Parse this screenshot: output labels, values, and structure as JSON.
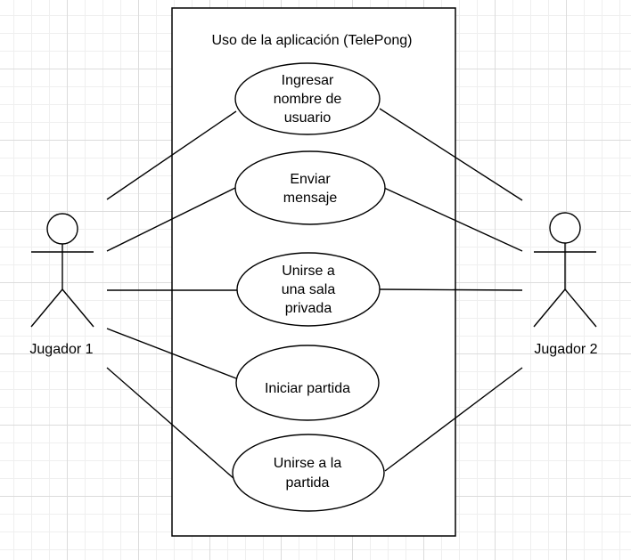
{
  "system": {
    "title": "Uso de la aplicación (TelePong)"
  },
  "actors": [
    {
      "id": "jugador1",
      "label": "Jugador 1"
    },
    {
      "id": "jugador2",
      "label": "Jugador 2"
    }
  ],
  "use_cases": [
    {
      "id": "ingresar",
      "lines": [
        "Ingresar",
        "nombre de",
        "usuario"
      ]
    },
    {
      "id": "enviar",
      "lines": [
        "Enviar",
        "mensaje"
      ]
    },
    {
      "id": "unirse-sala",
      "lines": [
        "Unirse a",
        "una sala",
        "privada"
      ]
    },
    {
      "id": "iniciar",
      "lines": [
        "Iniciar partida"
      ]
    },
    {
      "id": "unirse-partida",
      "lines": [
        "Unirse a la",
        "partida"
      ]
    }
  ],
  "associations": [
    {
      "actor": "jugador1",
      "use_case": "ingresar"
    },
    {
      "actor": "jugador1",
      "use_case": "enviar"
    },
    {
      "actor": "jugador1",
      "use_case": "unirse-sala"
    },
    {
      "actor": "jugador1",
      "use_case": "iniciar"
    },
    {
      "actor": "jugador1",
      "use_case": "unirse-partida"
    },
    {
      "actor": "jugador2",
      "use_case": "ingresar"
    },
    {
      "actor": "jugador2",
      "use_case": "enviar"
    },
    {
      "actor": "jugador2",
      "use_case": "unirse-sala"
    },
    {
      "actor": "jugador2",
      "use_case": "unirse-partida"
    }
  ]
}
